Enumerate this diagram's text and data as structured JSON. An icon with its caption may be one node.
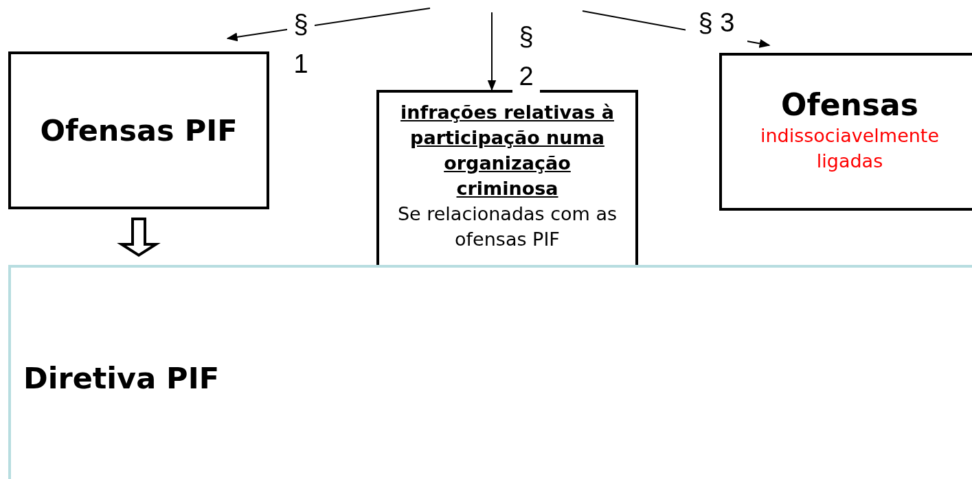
{
  "diagram": {
    "nodes": [
      {
        "text": [
          "Ofensas PIF"
        ]
      },
      {
        "text": [
          "infrações relativas à participação numa organização criminosa",
          "Se relacionadas com as ofensas PIF"
        ]
      },
      {
        "text": [
          "Ofensas",
          "indissociavelmente ligadas"
        ]
      },
      {
        "text": [
          "Diretiva PIF"
        ]
      }
    ],
    "edges": [
      {
        "from": null,
        "to": 0,
        "arrow": "to",
        "label": "§ 1"
      },
      {
        "from": null,
        "to": 1,
        "arrow": "to",
        "label": "§ 2"
      },
      {
        "from": null,
        "to": 2,
        "arrow": "to",
        "label": "§ 3"
      },
      {
        "from": 0,
        "to": 3,
        "arrow": "to",
        "style": "thick"
      }
    ]
  }
}
